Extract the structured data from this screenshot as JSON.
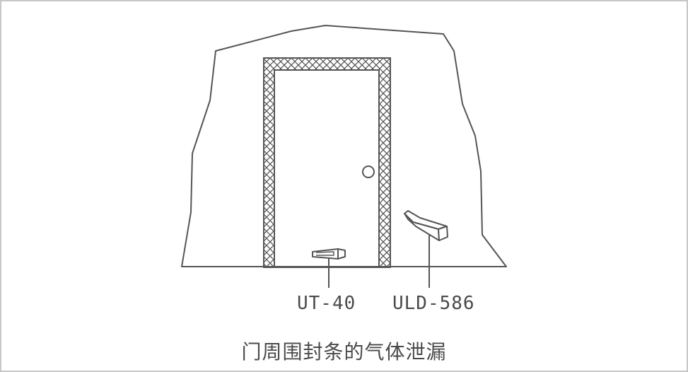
{
  "labels": {
    "device_left": "UT-40",
    "device_right": "ULD-586"
  },
  "caption": "门周围封条的气体泄漏",
  "colors": {
    "line": "#555555",
    "border": "#c7c7c7",
    "background": "#ffffff"
  },
  "icons": {
    "door": "door-icon",
    "door_knob": "door-knob-icon",
    "wall": "wall-outline",
    "device_left": "ultrasonic-sensor-icon",
    "device_right": "ultrasonic-transmitter-icon"
  }
}
